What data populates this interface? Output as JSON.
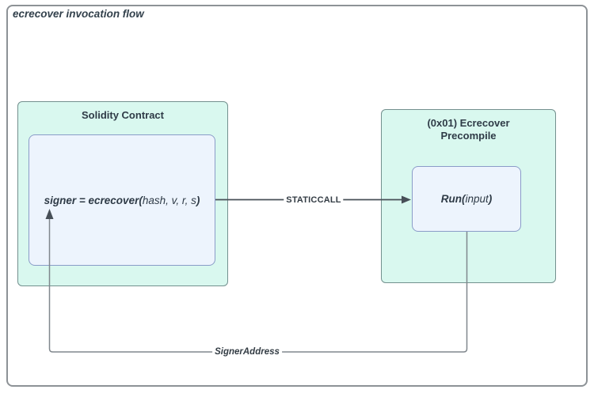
{
  "page": {
    "title": "ecrecover invocation flow"
  },
  "colors": {
    "mint_fill": "#d9f8ef",
    "mint_border": "#73908e",
    "blue_fill": "#edf4fd",
    "blue_border": "#8a9cc8",
    "frame_border": "#8d9296",
    "text": "#2f3b47",
    "edge_dark": "#474f57",
    "edge_gray": "#80878d"
  },
  "solidity_contract": {
    "title": "Solidity Contract",
    "code": {
      "lead": "signer = ecrecover(",
      "args": "hash, v, r, s",
      "close": ")"
    }
  },
  "precompile": {
    "title_line1": "(0x01) Ecrecover",
    "title_line2": "Precompile",
    "run": {
      "lead": "Run(",
      "arg": "input",
      "close": ")"
    }
  },
  "edges": {
    "staticcall": "STATICCALL",
    "signer_address": "SignerAddress"
  }
}
